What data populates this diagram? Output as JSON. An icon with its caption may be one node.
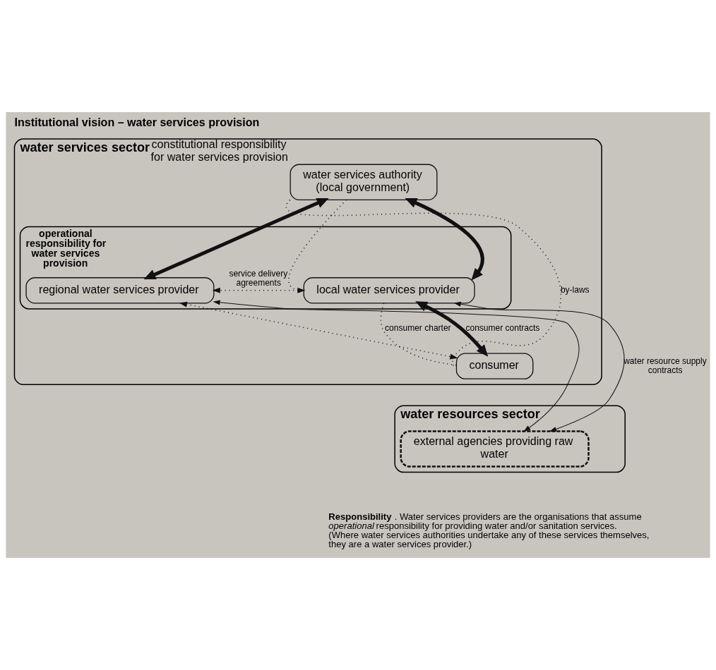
{
  "diagram": {
    "title": "Institutional vision – water services provision",
    "caption": "**Responsibility**. Water services providers are the organisations that assume *operational* responsibility for providing water and/or sanitation services. (Where water services authorities undertake any of these services themselves, they are a water services provider.)",
    "nodes": [
      {
        "text": [
          "water services sector"
        ]
      },
      {
        "text": [
          "water services authority",
          "(local government)"
        ],
        "in": 0,
        "beside": [
          "constitutional responsibility for water services provision"
        ]
      },
      {
        "text": [
          "operational responsibility for water services provision"
        ],
        "in": 0
      },
      {
        "text": [
          "local water services provider"
        ],
        "in": 2
      },
      {
        "text": [
          "regional water services provider"
        ],
        "in": 2
      },
      {
        "text": [
          "consumer"
        ],
        "in": 0
      },
      {
        "text": [
          "water resources sector"
        ]
      },
      {
        "text": [
          "external agencies providing raw water"
        ],
        "in": 6
      }
    ],
    "edges": [
      {
        "from": 1,
        "to": 3,
        "arrow": "both",
        "style": "thick"
      },
      {
        "from": 1,
        "to": 4,
        "arrow": "both",
        "style": "thick"
      },
      {
        "from": 3,
        "to": 4,
        "arrow": "both",
        "style": "dashed",
        "label": "service delivery agreements"
      },
      {
        "from": 1,
        "to": 3,
        "arrow": "none",
        "style": "dashed"
      },
      {
        "from": 1,
        "to": 5,
        "arrow": "none",
        "style": "dashed",
        "label": "by-laws"
      },
      {
        "from": 3,
        "to": 5,
        "arrow": "none",
        "style": "dashed",
        "label": "consumer charter"
      },
      {
        "from": 3,
        "to": 5,
        "arrow": "both",
        "style": "thick",
        "label": "consumer contracts"
      },
      {
        "from": 4,
        "to": 5,
        "arrow": "both",
        "style": "dashed"
      },
      {
        "from": 3,
        "to": 7,
        "arrow": "both",
        "label": "water resource supply contracts"
      },
      {
        "from": 4,
        "to": 7,
        "arrow": "both"
      }
    ]
  }
}
